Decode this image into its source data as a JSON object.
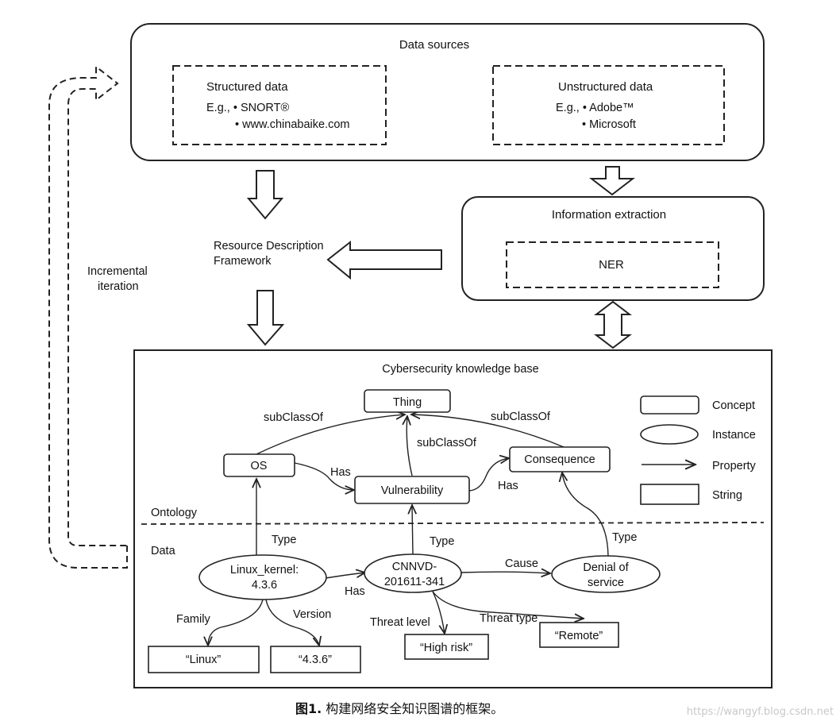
{
  "data_sources": {
    "title": "Data sources",
    "structured": {
      "title": "Structured data",
      "eg": "E.g., • SNORT®",
      "item2": "• www.chinabaike.com"
    },
    "unstructured": {
      "title": "Unstructured data",
      "eg": "E.g., • Adobe™",
      "item2": "• Microsoft"
    }
  },
  "incremental": {
    "line1": "Incremental",
    "line2": "iteration"
  },
  "rdf": {
    "line1": "Resource Description",
    "line2": "Framework"
  },
  "info_extraction": {
    "title": "Information extraction",
    "ner": "NER"
  },
  "kb": {
    "title": "Cybersecurity knowledge base",
    "ontology_label": "Ontology",
    "data_label": "Data",
    "nodes": {
      "thing": "Thing",
      "os": "OS",
      "vulnerability": "Vulnerability",
      "consequence": "Consequence",
      "linux_kernel_1": "Linux_kernel:",
      "linux_kernel_2": "4.3.6",
      "cnnvd_1": "CNNVD-",
      "cnnvd_2": "201611-341",
      "dos_1": "Denial of",
      "dos_2": "service",
      "linux_str": "“Linux”",
      "ver_str": "“4.3.6”",
      "highrisk_str": "“High risk”",
      "remote_str": "“Remote”"
    },
    "edges": {
      "subclass_os": "subClassOf",
      "subclass_vuln": "subClassOf",
      "subclass_cons": "subClassOf",
      "has_os_vuln": "Has",
      "has_vuln_cons": "Has",
      "type_linux": "Type",
      "type_cnnvd": "Type",
      "type_dos": "Type",
      "has_linux_cnnvd": "Has",
      "cause": "Cause",
      "family": "Family",
      "version": "Version",
      "threat_level": "Threat level",
      "threat_type": "Threat type"
    },
    "legend": {
      "concept": "Concept",
      "instance": "Instance",
      "property": "Property",
      "string": "String"
    }
  },
  "caption": {
    "bold": "图1.",
    "text": " 构建网络安全知识图谱的框架。"
  },
  "watermark": "https://wangyf.blog.csdn.net"
}
